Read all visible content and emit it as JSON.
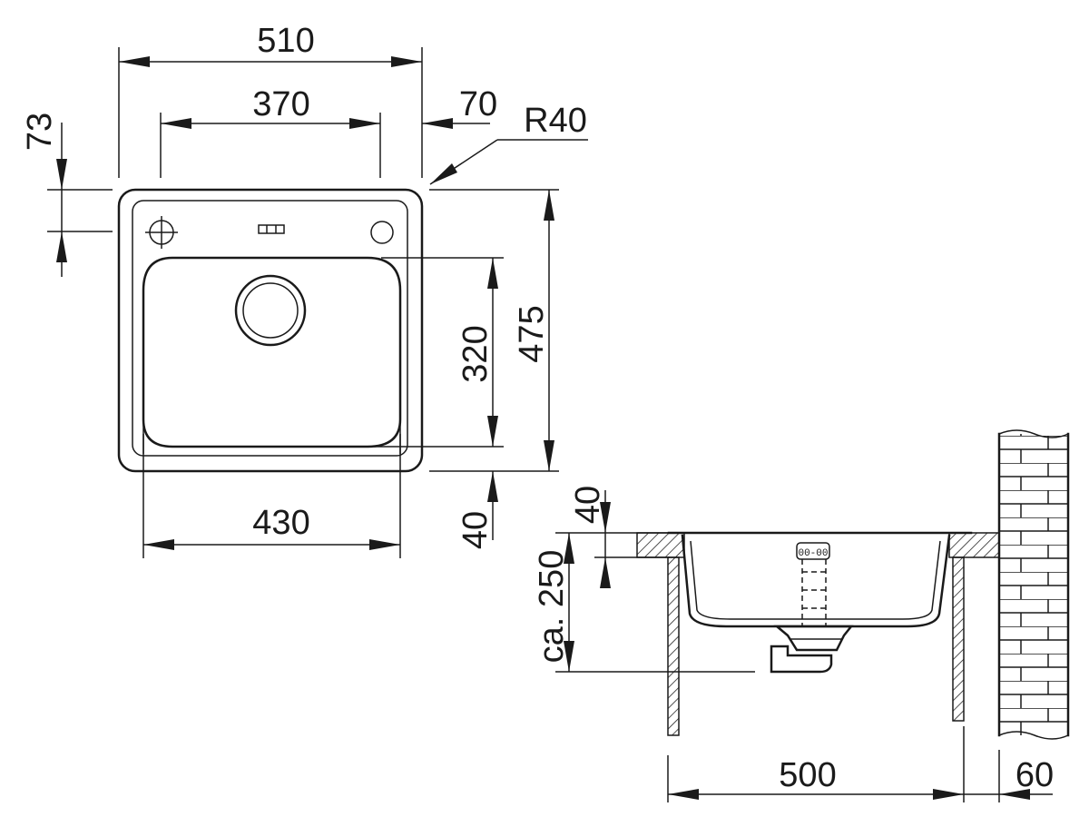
{
  "dimensions": {
    "width_overall": "510",
    "bowl_top_width": "370",
    "right_margin": "70",
    "corner_radius": "R40",
    "top_offset": "73",
    "bowl_depth_inner": "320",
    "depth_overall": "475",
    "bowl_bottom_width": "430",
    "bottom_offset": "40",
    "rim_height": "40",
    "installed_depth": "ca. 250",
    "cabinet_width": "500",
    "wall_gap": "60"
  },
  "colors": {
    "line": "#1a1a1a",
    "background": "#ffffff"
  }
}
